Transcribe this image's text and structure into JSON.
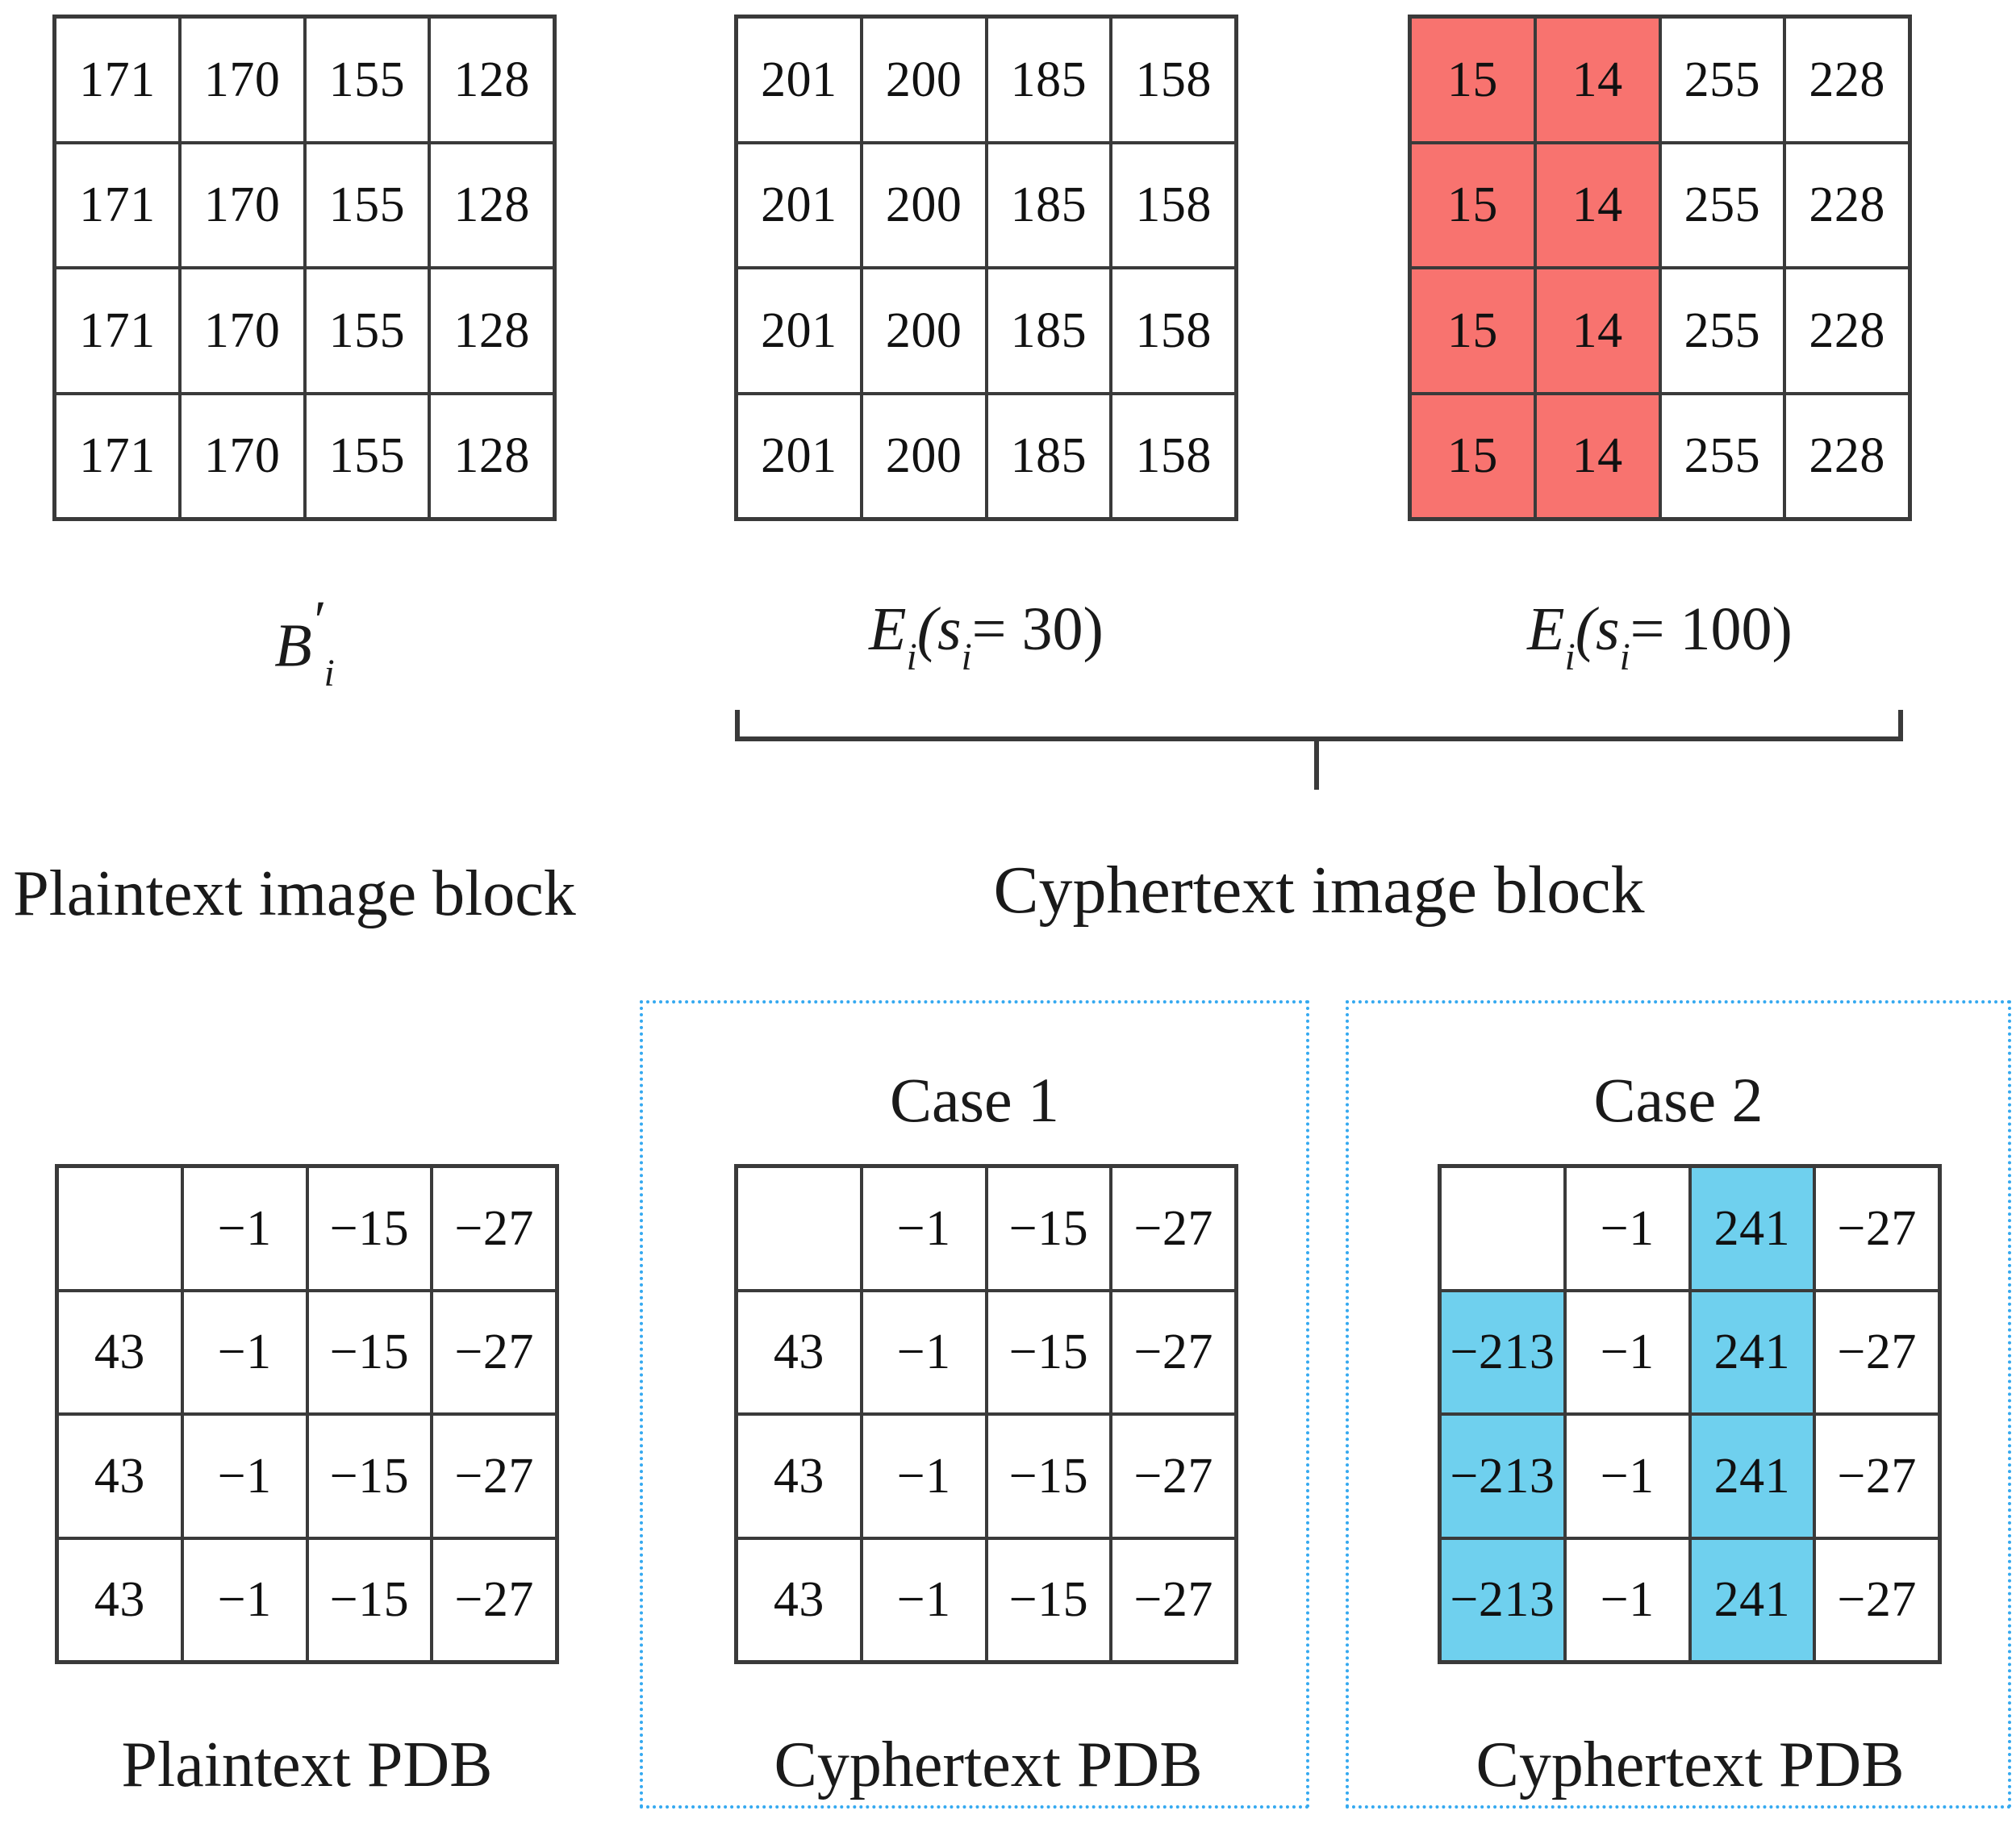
{
  "figure": {
    "top_row": {
      "grids": [
        {
          "name": "plaintext-block-grid",
          "label_html": "B'_i",
          "rows": [
            [
              "171",
              "170",
              "155",
              "128"
            ],
            [
              "171",
              "170",
              "155",
              "128"
            ],
            [
              "171",
              "170",
              "155",
              "128"
            ],
            [
              "171",
              "170",
              "155",
              "128"
            ]
          ],
          "highlight_columns": []
        },
        {
          "name": "ciphertext-block-grid-s30",
          "label_html": "E_i (s_i = 30)",
          "rows": [
            [
              "201",
              "200",
              "185",
              "158"
            ],
            [
              "201",
              "200",
              "185",
              "158"
            ],
            [
              "201",
              "200",
              "185",
              "158"
            ],
            [
              "201",
              "200",
              "185",
              "158"
            ]
          ],
          "highlight_columns": []
        },
        {
          "name": "ciphertext-block-grid-s100",
          "label_html": "E_i (s_i = 100)",
          "rows": [
            [
              "15",
              "14",
              "255",
              "228"
            ],
            [
              "15",
              "14",
              "255",
              "228"
            ],
            [
              "15",
              "14",
              "255",
              "228"
            ],
            [
              "15",
              "14",
              "255",
              "228"
            ]
          ],
          "highlight_columns": [
            0,
            1
          ]
        }
      ],
      "label_plain": "B",
      "label_e1_base": "E",
      "label_e1_arg": "(s",
      "label_e1_val": "= 30)",
      "label_e2_base": "E",
      "label_e2_arg": "(s",
      "label_e2_val": "= 100)",
      "sub_i": "i",
      "caption_left": "Plaintext image block",
      "caption_right": "Cyphertext  image block"
    },
    "bottom_row": {
      "case1_title": "Case 1",
      "case2_title": "Case 2",
      "grids": [
        {
          "name": "plaintext-pdb-grid",
          "rows": [
            [
              "",
              "−1",
              "−15",
              "−27"
            ],
            [
              "43",
              "−1",
              "−15",
              "−27"
            ],
            [
              "43",
              "−1",
              "−15",
              "−27"
            ],
            [
              "43",
              "−1",
              "−15",
              "−27"
            ]
          ],
          "caption": "Plaintext PDB",
          "blue_cells": []
        },
        {
          "name": "ciphertext-pdb-grid-case1",
          "rows": [
            [
              "",
              "−1",
              "−15",
              "−27"
            ],
            [
              "43",
              "−1",
              "−15",
              "−27"
            ],
            [
              "43",
              "−1",
              "−15",
              "−27"
            ],
            [
              "43",
              "−1",
              "−15",
              "−27"
            ]
          ],
          "caption": "Cyphertext PDB",
          "blue_cells": []
        },
        {
          "name": "ciphertext-pdb-grid-case2",
          "rows": [
            [
              "",
              "−1",
              "241",
              "−27"
            ],
            [
              "−213",
              "−1",
              "241",
              "−27"
            ],
            [
              "−213",
              "−1",
              "241",
              "−27"
            ],
            [
              "−213",
              "−1",
              "241",
              "−27"
            ]
          ],
          "caption": "Cyphertext PDB",
          "blue_cells": [
            [
              0,
              2
            ],
            [
              1,
              0
            ],
            [
              1,
              2
            ],
            [
              2,
              0
            ],
            [
              2,
              2
            ],
            [
              3,
              0
            ],
            [
              3,
              2
            ]
          ]
        }
      ]
    },
    "colors": {
      "red_highlight": "#f8736f",
      "blue_highlight": "#6fd0ee",
      "dotted_border": "#35a9f0",
      "grid_line": "#3a3a3a",
      "text": "#111111"
    }
  }
}
